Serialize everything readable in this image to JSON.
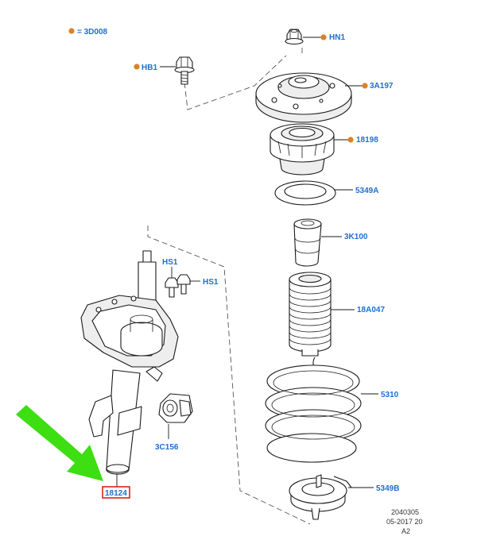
{
  "colors": {
    "label_text": "#1f6fd0",
    "marker_dot": "#d9822b",
    "highlight_box": "#e0201b",
    "arrow": "#3dde12"
  },
  "legend": {
    "marker_text": "= 3D008"
  },
  "labels": {
    "hn1": "HN1",
    "hb1": "HB1",
    "a3a197": "3A197",
    "p18198": "18198",
    "p5349a": "5349A",
    "p3k100": "3K100",
    "hs1_top": "HS1",
    "hs1_right": "HS1",
    "p18a047": "18A047",
    "p5310": "5310",
    "p3c156": "3C156",
    "p5349b": "5349B",
    "p18124": "18124"
  },
  "footer": {
    "line1": "2040305",
    "line2": "05-2017 20",
    "line3": "A2"
  }
}
